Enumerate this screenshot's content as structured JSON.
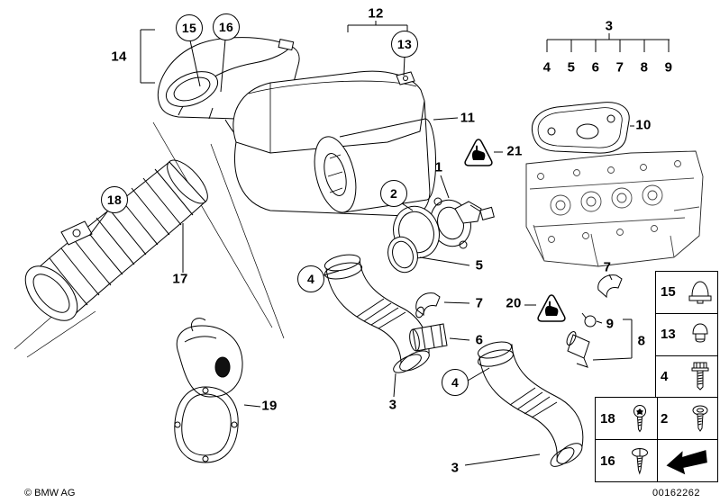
{
  "figure": {
    "copyright": "© BMW AG",
    "document_number": "00162262"
  },
  "callouts": {
    "n1": "1",
    "n2": "2",
    "n3": "3",
    "n4": "4",
    "n5": "5",
    "n6": "6",
    "n7": "7",
    "n8": "8",
    "n9": "9",
    "n10": "10",
    "n11": "11",
    "n12": "12",
    "n13": "13",
    "n14": "14",
    "n15": "15",
    "n16": "16",
    "n17": "17",
    "n18": "18",
    "n19": "19",
    "n20": "20",
    "n21": "21"
  },
  "legend": {
    "right_column": [
      {
        "label": "15",
        "icon": "grommet-icon"
      },
      {
        "label": "13",
        "icon": "blind-plug-icon"
      },
      {
        "label": "4",
        "icon": "hex-bolt-icon"
      },
      {
        "label": "2",
        "icon": "pan-head-screw-icon"
      }
    ],
    "left_column": [
      {
        "label": "18",
        "icon": "torx-screw-icon"
      },
      {
        "label": "16",
        "icon": "tapping-screw-icon"
      }
    ]
  },
  "icons": {
    "warning_triangle": "hand-press-warning-icon",
    "direction_arrow": "direction-arrow-icon"
  }
}
